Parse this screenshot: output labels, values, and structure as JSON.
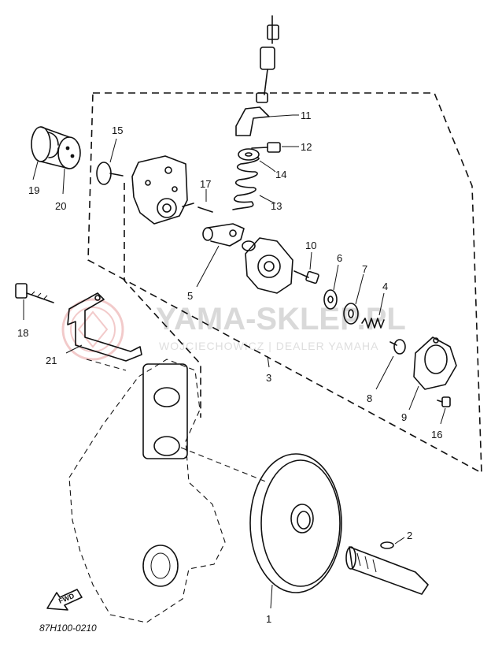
{
  "watermark": {
    "title": "YAMA-SKLEP.PL",
    "subtitle": "WOJCIECHOWICZ | DEALER YAMAHA",
    "logo_color": "#e8a0a0"
  },
  "drawing_code": "87H100-0210",
  "fwd_label": "FWD",
  "callouts": {
    "p1": "1",
    "p2": "2",
    "p3": "3",
    "p4": "4",
    "p5": "5",
    "p6": "6",
    "p7": "7",
    "p8": "8",
    "p9": "9",
    "p10": "10",
    "p11": "11",
    "p12": "12",
    "p13": "13",
    "p14": "14",
    "p15": "15",
    "p16": "16",
    "p17": "17",
    "p18": "18",
    "p19": "19",
    "p20": "20",
    "p21": "21"
  }
}
